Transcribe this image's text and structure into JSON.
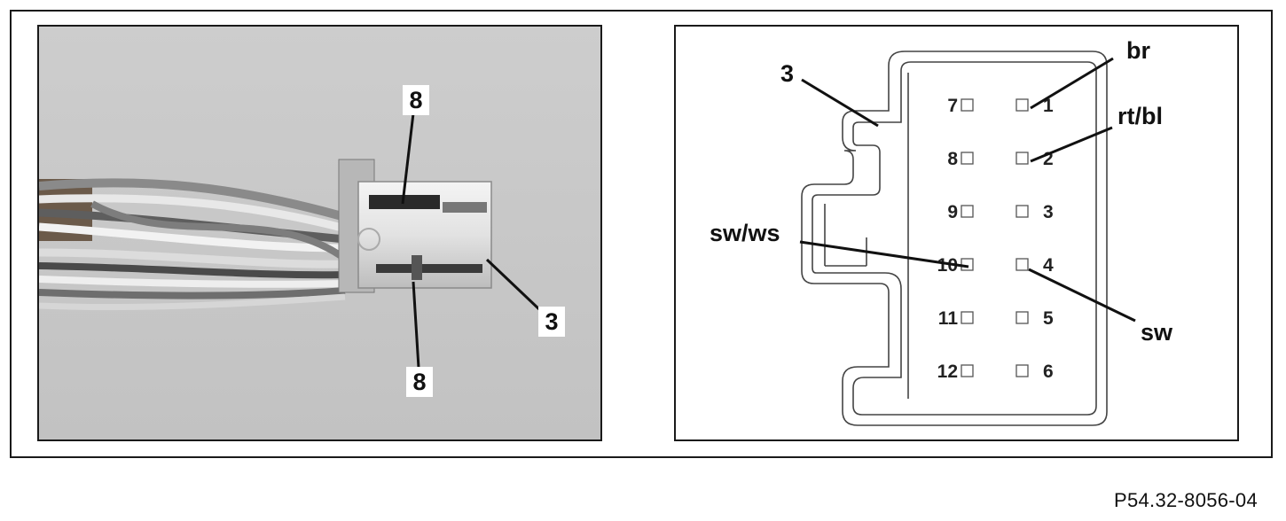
{
  "photo": {
    "callouts": {
      "top": "8",
      "bottom": "8",
      "right": "3"
    }
  },
  "diagram": {
    "pins_left": [
      "7",
      "8",
      "9",
      "10",
      "11",
      "12"
    ],
    "pins_right": [
      "1",
      "2",
      "3",
      "4",
      "5",
      "6"
    ],
    "callouts": {
      "housing": "3",
      "pin1_wire": "br",
      "pin2_wire": "rt/bl",
      "pin10_wire": "sw/ws",
      "pin4_wire": "sw"
    }
  },
  "reference_code": "P54.32-8056-04"
}
